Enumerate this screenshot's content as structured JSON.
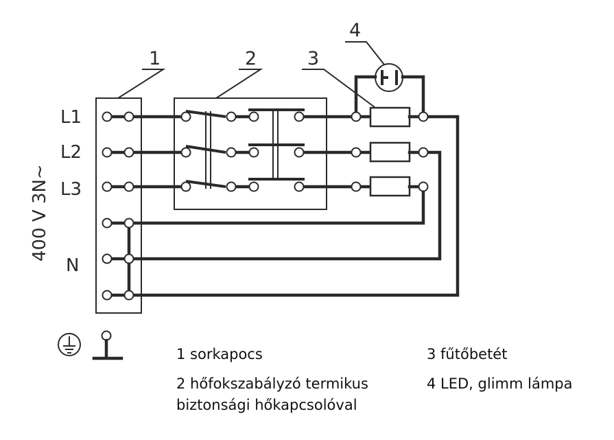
{
  "callouts": {
    "c1": "1",
    "c2": "2",
    "c3": "3",
    "c4": "4"
  },
  "supply": {
    "voltage": "400 V 3N~",
    "phases": [
      "L1",
      "L2",
      "L3"
    ],
    "neutral": "N"
  },
  "legend": {
    "item1": "1 sorkapocs",
    "item2_line1": "2 hőfokszabályzó termikus",
    "item2_line2": "biztonsági hőkapcsolóval",
    "item3": "3 fűtőbetét",
    "item4": "4 LED, glimm lámpa"
  },
  "icons": {
    "earth": "protective-earth-icon",
    "ground": "ground-terminal-icon",
    "lamp": "indicator-lamp-icon",
    "heater": "heating-element-icon",
    "switch": "switch-contact-icon",
    "terminal": "terminal-icon"
  },
  "colors": {
    "line": "#2a2a2a",
    "text": "#111111",
    "background": "#ffffff"
  }
}
